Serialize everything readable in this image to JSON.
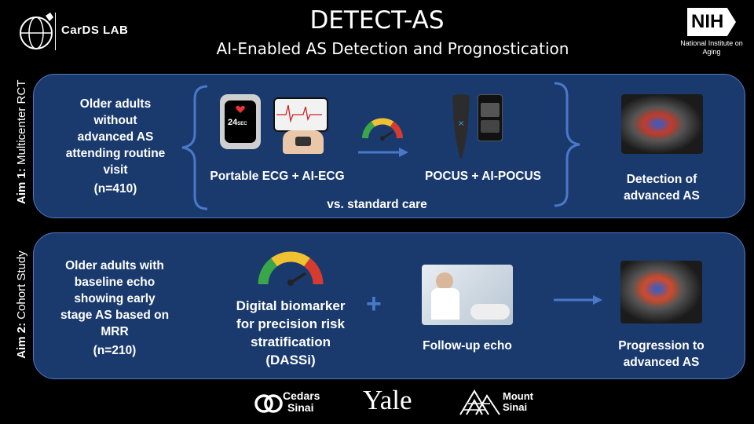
{
  "header": {
    "lab_name": "CarDS LAB",
    "title": "DETECT-AS",
    "subtitle": "AI-Enabled AS Detection and Prognostication",
    "nih_mark": "NIH",
    "nih_sub": "National Institute on Aging"
  },
  "aim1": {
    "side_bold": "Aim 1:",
    "side_rest": " Multicenter RCT",
    "population": "Older adults without advanced AS attending routine visit",
    "n": "(n=410)",
    "ecg_label": "Portable ECG + AI-ECG",
    "watch_time": "24",
    "watch_unit": "SEC",
    "pocus_label": "POCUS + AI-POCUS",
    "comparator": "vs. standard care",
    "outcome": "Detection of advanced AS"
  },
  "aim2": {
    "side_bold": "Aim 2:",
    "side_rest": " Cohort Study",
    "population": "Older adults with baseline echo showing early stage AS based on MRR",
    "n": "(n=210)",
    "biomarker": "Digital biomarker for precision risk stratification (DASSi)",
    "plus": "+",
    "followup": "Follow-up echo",
    "outcome": "Progression to advanced AS"
  },
  "footer": {
    "cedars_1": "Cedars",
    "cedars_2": "Sinai",
    "yale": "Yale",
    "mount_1": "Mount",
    "mount_2": "Sinai"
  },
  "colors": {
    "panel": "#1a3a6e",
    "border": "#4f7ac0",
    "arrow": "#4a78c8",
    "gauge_red": "#d63b2f",
    "gauge_yellow": "#f0c232",
    "gauge_green": "#3aa64a"
  }
}
